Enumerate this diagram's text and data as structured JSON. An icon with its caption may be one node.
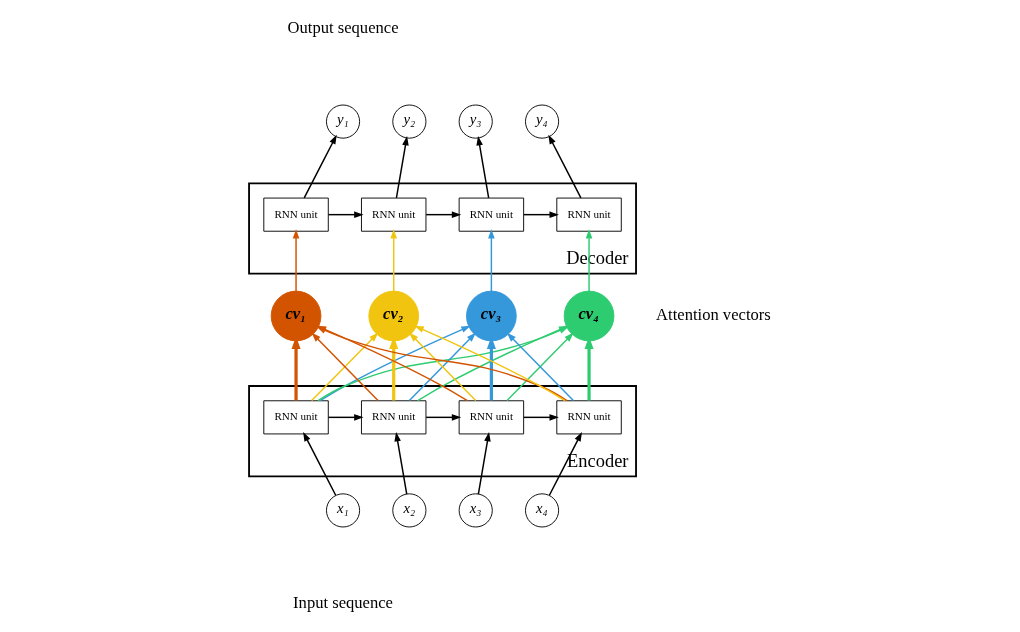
{
  "diagram": {
    "nodes": [
      {
        "text": [
          "y₁"
        ]
      },
      {
        "text": [
          "y₂"
        ]
      },
      {
        "text": [
          "y₃"
        ]
      },
      {
        "text": [
          "y₄"
        ]
      },
      {
        "text": [
          "Decoder"
        ]
      },
      {
        "text": [
          "RNN unit"
        ],
        "in": 4
      },
      {
        "text": [
          "RNN unit"
        ],
        "in": 4
      },
      {
        "text": [
          "RNN unit"
        ],
        "in": 4
      },
      {
        "text": [
          "RNN unit"
        ],
        "in": 4
      },
      {
        "text": [
          "cv₁"
        ]
      },
      {
        "text": [
          "cv₂"
        ]
      },
      {
        "text": [
          "cv₃"
        ]
      },
      {
        "text": [
          "cv₄"
        ]
      },
      {
        "text": [
          "Encoder"
        ]
      },
      {
        "text": [
          "RNN unit"
        ],
        "in": 13
      },
      {
        "text": [
          "RNN unit"
        ],
        "in": 13
      },
      {
        "text": [
          "RNN unit"
        ],
        "in": 13
      },
      {
        "text": [
          "RNN unit"
        ],
        "in": 13
      },
      {
        "text": [
          "x₁"
        ]
      },
      {
        "text": [
          "x₂"
        ]
      },
      {
        "text": [
          "x₃"
        ]
      },
      {
        "text": [
          "x₄"
        ]
      }
    ],
    "edges": [
      {
        "from": 18,
        "to": 14,
        "arrow": "to"
      },
      {
        "from": 19,
        "to": 15,
        "arrow": "to"
      },
      {
        "from": 20,
        "to": 16,
        "arrow": "to"
      },
      {
        "from": 21,
        "to": 17,
        "arrow": "to"
      },
      {
        "from": 14,
        "to": 15,
        "arrow": "to"
      },
      {
        "from": 15,
        "to": 16,
        "arrow": "to"
      },
      {
        "from": 16,
        "to": 17,
        "arrow": "to"
      },
      {
        "from": 14,
        "to": 9,
        "arrow": "to",
        "style": "thick",
        "color": "#d35400"
      },
      {
        "from": 14,
        "to": 10,
        "arrow": "to",
        "color": "#f1c40f"
      },
      {
        "from": 14,
        "to": 11,
        "arrow": "to",
        "color": "#3498db"
      },
      {
        "from": 14,
        "to": 12,
        "arrow": "to",
        "color": "#2ecc71"
      },
      {
        "from": 15,
        "to": 9,
        "arrow": "to",
        "color": "#d35400"
      },
      {
        "from": 15,
        "to": 10,
        "arrow": "to",
        "style": "thick",
        "color": "#f1c40f"
      },
      {
        "from": 15,
        "to": 11,
        "arrow": "to",
        "color": "#3498db"
      },
      {
        "from": 15,
        "to": 12,
        "arrow": "to",
        "color": "#2ecc71"
      },
      {
        "from": 16,
        "to": 9,
        "arrow": "to",
        "color": "#d35400"
      },
      {
        "from": 16,
        "to": 10,
        "arrow": "to",
        "color": "#f1c40f"
      },
      {
        "from": 16,
        "to": 11,
        "arrow": "to",
        "style": "thick",
        "color": "#3498db"
      },
      {
        "from": 16,
        "to": 12,
        "arrow": "to",
        "color": "#2ecc71"
      },
      {
        "from": 17,
        "to": 9,
        "arrow": "to",
        "color": "#d35400"
      },
      {
        "from": 17,
        "to": 10,
        "arrow": "to",
        "color": "#f1c40f"
      },
      {
        "from": 17,
        "to": 11,
        "arrow": "to",
        "color": "#3498db"
      },
      {
        "from": 17,
        "to": 12,
        "arrow": "to",
        "style": "thick",
        "color": "#2ecc71"
      },
      {
        "from": 9,
        "to": 5,
        "arrow": "to",
        "color": "#d35400"
      },
      {
        "from": 10,
        "to": 6,
        "arrow": "to",
        "color": "#f1c40f"
      },
      {
        "from": 11,
        "to": 7,
        "arrow": "to",
        "color": "#3498db"
      },
      {
        "from": 12,
        "to": 8,
        "arrow": "to",
        "color": "#2ecc71"
      },
      {
        "from": 5,
        "to": 6,
        "arrow": "to"
      },
      {
        "from": 6,
        "to": 7,
        "arrow": "to"
      },
      {
        "from": 7,
        "to": 8,
        "arrow": "to"
      },
      {
        "from": 5,
        "to": 0,
        "arrow": "to"
      },
      {
        "from": 6,
        "to": 1,
        "arrow": "to"
      },
      {
        "from": 7,
        "to": 2,
        "arrow": "to"
      },
      {
        "from": 8,
        "to": 3,
        "arrow": "to"
      }
    ],
    "labels": [
      "Output sequence",
      "Attention vectors",
      "Input sequence"
    ]
  }
}
